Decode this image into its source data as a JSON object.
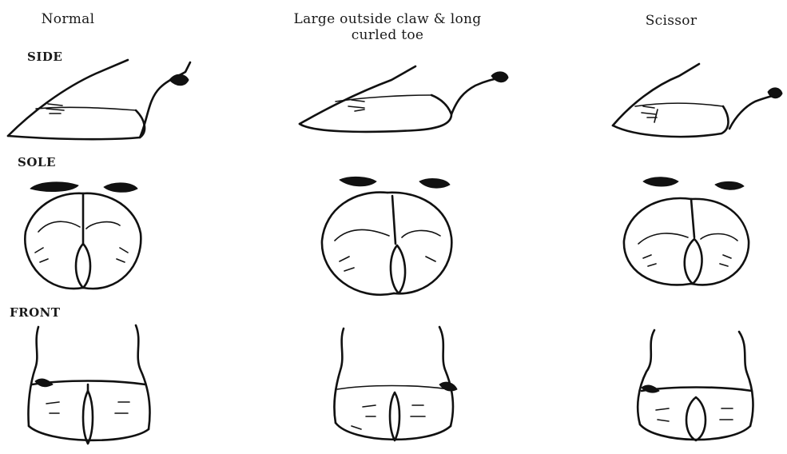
{
  "columns": [
    {
      "title": "Normal"
    },
    {
      "title": "Large outside claw & long curled toe"
    },
    {
      "title": "Scissor"
    }
  ],
  "rows": {
    "side": "SIDE",
    "sole": "SOLE",
    "front": "FRONT"
  }
}
